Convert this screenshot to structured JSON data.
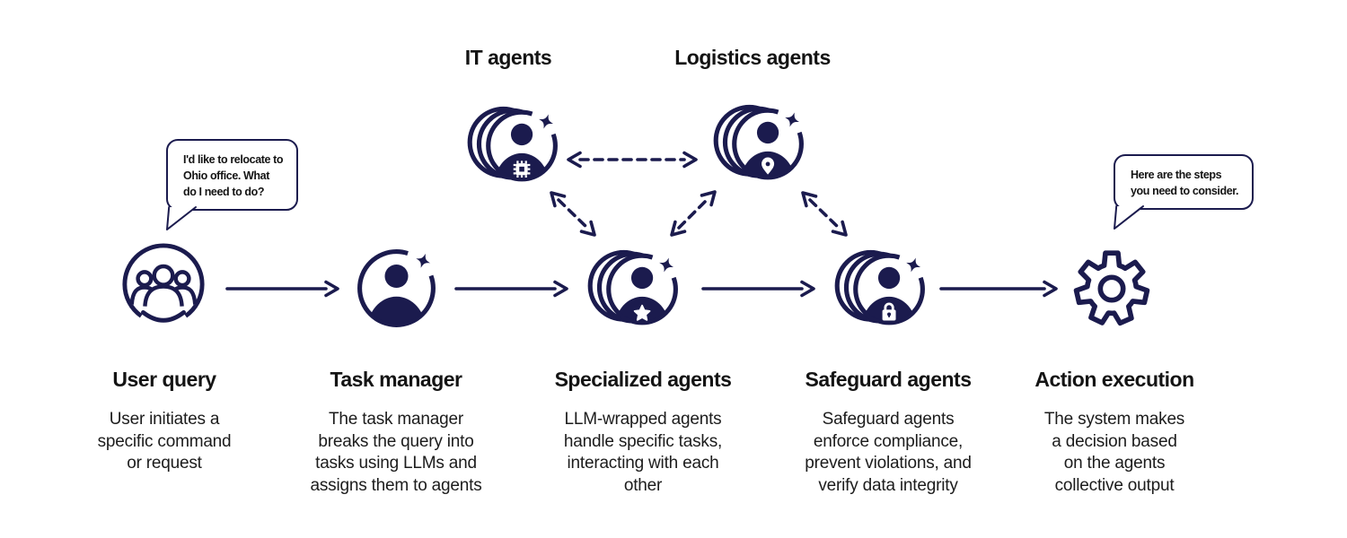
{
  "colors": {
    "navy": "#1b1b4e",
    "heading": "#141414",
    "body": "#1c1c1c"
  },
  "speech_bubbles": {
    "left": "I'd like to relocate to\nOhio office. What\ndo I need to do?",
    "right": "Here are the steps\nyou need to consider."
  },
  "agent_groups": [
    {
      "label": "IT agents",
      "badge": "chip-icon"
    },
    {
      "label": "Logistics agents",
      "badge": "pin-icon"
    }
  ],
  "steps": [
    {
      "title": "User query",
      "description": "User initiates a\nspecific command\nor request",
      "icon": "user-group-icon"
    },
    {
      "title": "Task manager",
      "description": "The task manager\nbreaks the query into\ntasks using LLMs and\nassigns them to agents",
      "icon": "agent-icon"
    },
    {
      "title": "Specialized agents",
      "description": "LLM-wrapped agents\nhandle specific tasks,\ninteracting with each\nother",
      "icon": "agent-stack-star-icon"
    },
    {
      "title": "Safeguard agents",
      "description": "Safeguard agents\nenforce compliance,\nprevent violations, and\nverify data integrity",
      "icon": "agent-stack-lock-icon"
    },
    {
      "title": "Action execution",
      "description": "The system makes\na decision based\non the agents\ncollective output",
      "icon": "gear-icon"
    }
  ]
}
